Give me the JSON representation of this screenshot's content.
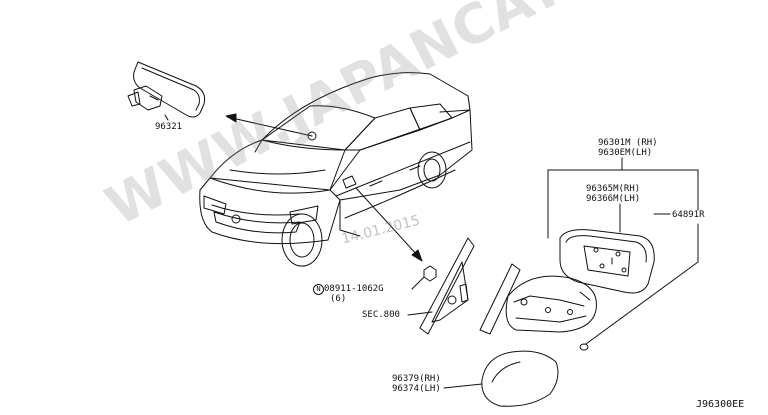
{
  "diagram": {
    "watermark": "WWW.JAPANCATS.RU",
    "date_stamp": "14.01.2015",
    "drawing_code": "J96300EE",
    "parts": {
      "inner_mirror": "96321",
      "outer_mirror_rh": "96301M (RH)",
      "outer_mirror_lh": "9630EM(LH)",
      "mirror_glass_rh": "96365M(RH)",
      "mirror_glass_lh": "96366M(LH)",
      "actuator": "64891R",
      "nut": "08911-1062G",
      "nut_symbol": "N",
      "nut_qty": "(6)",
      "section_ref": "SEC.800",
      "cover_rh": "96379(RH)",
      "cover_lh": "96374(LH)"
    }
  }
}
